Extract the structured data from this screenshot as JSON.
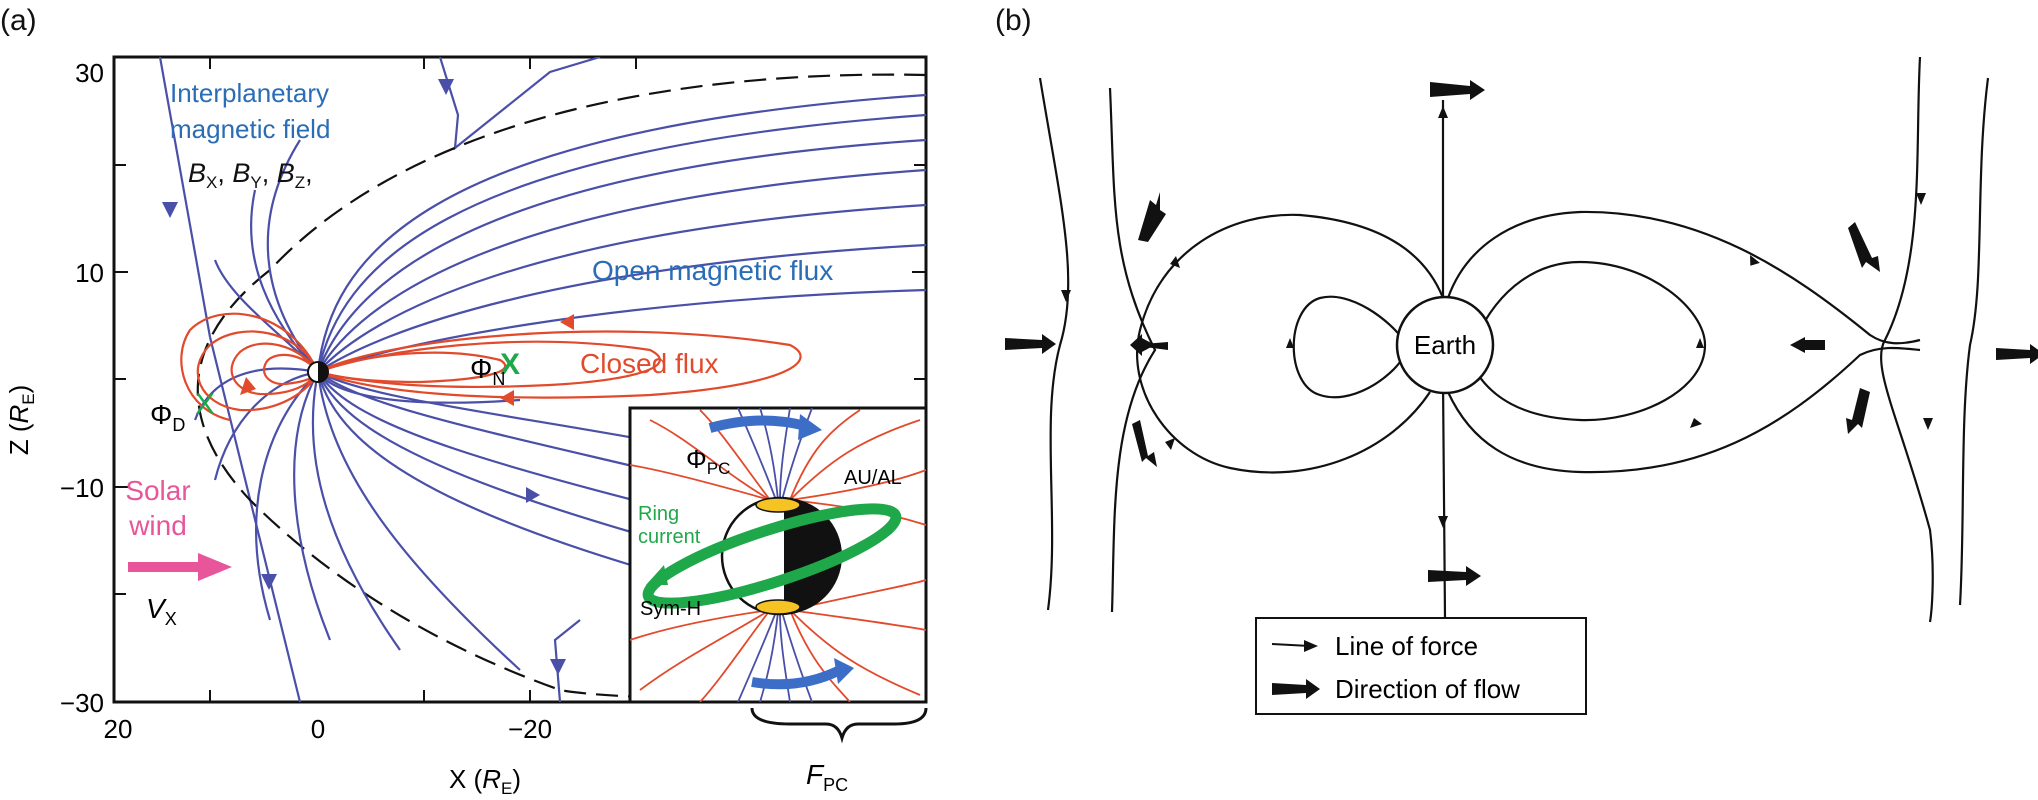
{
  "panel_a": {
    "panel_label": "(a)",
    "y_axis": {
      "label_main": "Z (",
      "label_var": "R",
      "label_sub": "E",
      "label_close": ")",
      "ticks": [
        "30",
        "10",
        "−10",
        "−30"
      ]
    },
    "x_axis": {
      "label_main": "X (",
      "label_var": "R",
      "label_sub": "E",
      "label_close": ")",
      "ticks": [
        "20",
        "0",
        "−20"
      ]
    },
    "imf": {
      "line1": "Interplanetary",
      "line2": "magnetic field",
      "bx": "B",
      "bx_sub": "X",
      "by": "B",
      "by_sub": "Y",
      "bz": "B",
      "bz_sub": "Z",
      "sep": ", "
    },
    "open_flux": "Open magnetic flux",
    "closed_flux": "Closed flux",
    "phi_n": "Φ",
    "phi_n_sub": "N",
    "phi_d": "Φ",
    "phi_d_sub": "D",
    "x_mark": "X",
    "solar_wind_1": "Solar",
    "solar_wind_2": "wind",
    "vx": "V",
    "vx_sub": "X",
    "fpc": "F",
    "fpc_sub": "PC",
    "inset": {
      "phi_pc": "Φ",
      "phi_pc_sub": "PC",
      "au_al": "AU/AL",
      "ring_1": "Ring",
      "ring_2": "current",
      "sym_h": "Sym-H"
    },
    "colors": {
      "open": "#4a4fa8",
      "closed": "#e24a2c",
      "green": "#1fa84a",
      "pink": "#e8559a",
      "blue_text": "#2a6db5",
      "yellow": "#f6c325"
    }
  },
  "panel_b": {
    "panel_label": "(b)",
    "earth": "Earth",
    "legend": {
      "line_of_force": "Line of force",
      "direction_of_flow": "Direction of flow"
    }
  }
}
